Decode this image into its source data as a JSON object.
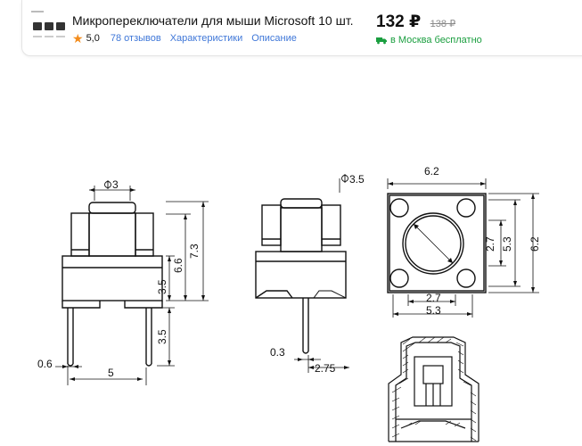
{
  "product": {
    "title": "Микропереключатели для мыши Microsoft 10 шт.",
    "rating": "5,0",
    "reviews_link": "78 отзывов",
    "specs_link": "Характеристики",
    "description_link": "Описание",
    "price": "132 ₽",
    "old_price": "138 ₽",
    "delivery": "в Москва бесплатно",
    "accent_color": "#3f77d8",
    "delivery_color": "#1a9e3f",
    "star_color": "#f38c1c"
  },
  "drawing": {
    "dims": {
      "phi3": "3",
      "h73": "7.3",
      "h66": "6.6",
      "h35a": "3.5",
      "h35b": "3.5",
      "w06": "0.6",
      "w5": "5",
      "phi35": "3.5",
      "w03": "0.3",
      "w275": "2.75",
      "w62": "6.2",
      "v27": "2.7",
      "v53": "5.3",
      "v62": "6.2",
      "h27": "2.7",
      "h53": "5.3"
    }
  }
}
